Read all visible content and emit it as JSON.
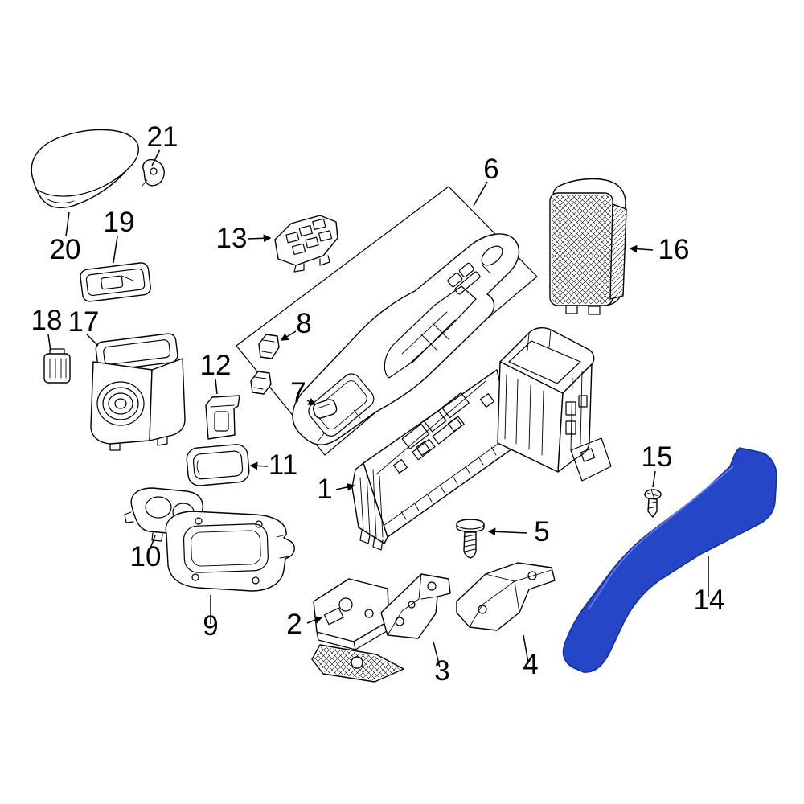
{
  "diagram": {
    "type": "exploded-parts-diagram",
    "subject": "vehicle center console assembly",
    "background_color": "#ffffff",
    "line_color": "#000000",
    "highlight_color": "#2646c8",
    "highlighted_part": "14",
    "callouts": {
      "n1": "1",
      "n2": "2",
      "n3": "3",
      "n4": "4",
      "n5": "5",
      "n6": "6",
      "n7": "7",
      "n8": "8",
      "n9": "9",
      "n10": "10",
      "n11": "11",
      "n12": "12",
      "n13": "13",
      "n14": "14",
      "n15": "15",
      "n16": "16",
      "n17": "17",
      "n18": "18",
      "n19": "19",
      "n20": "20",
      "n21": "21"
    }
  }
}
